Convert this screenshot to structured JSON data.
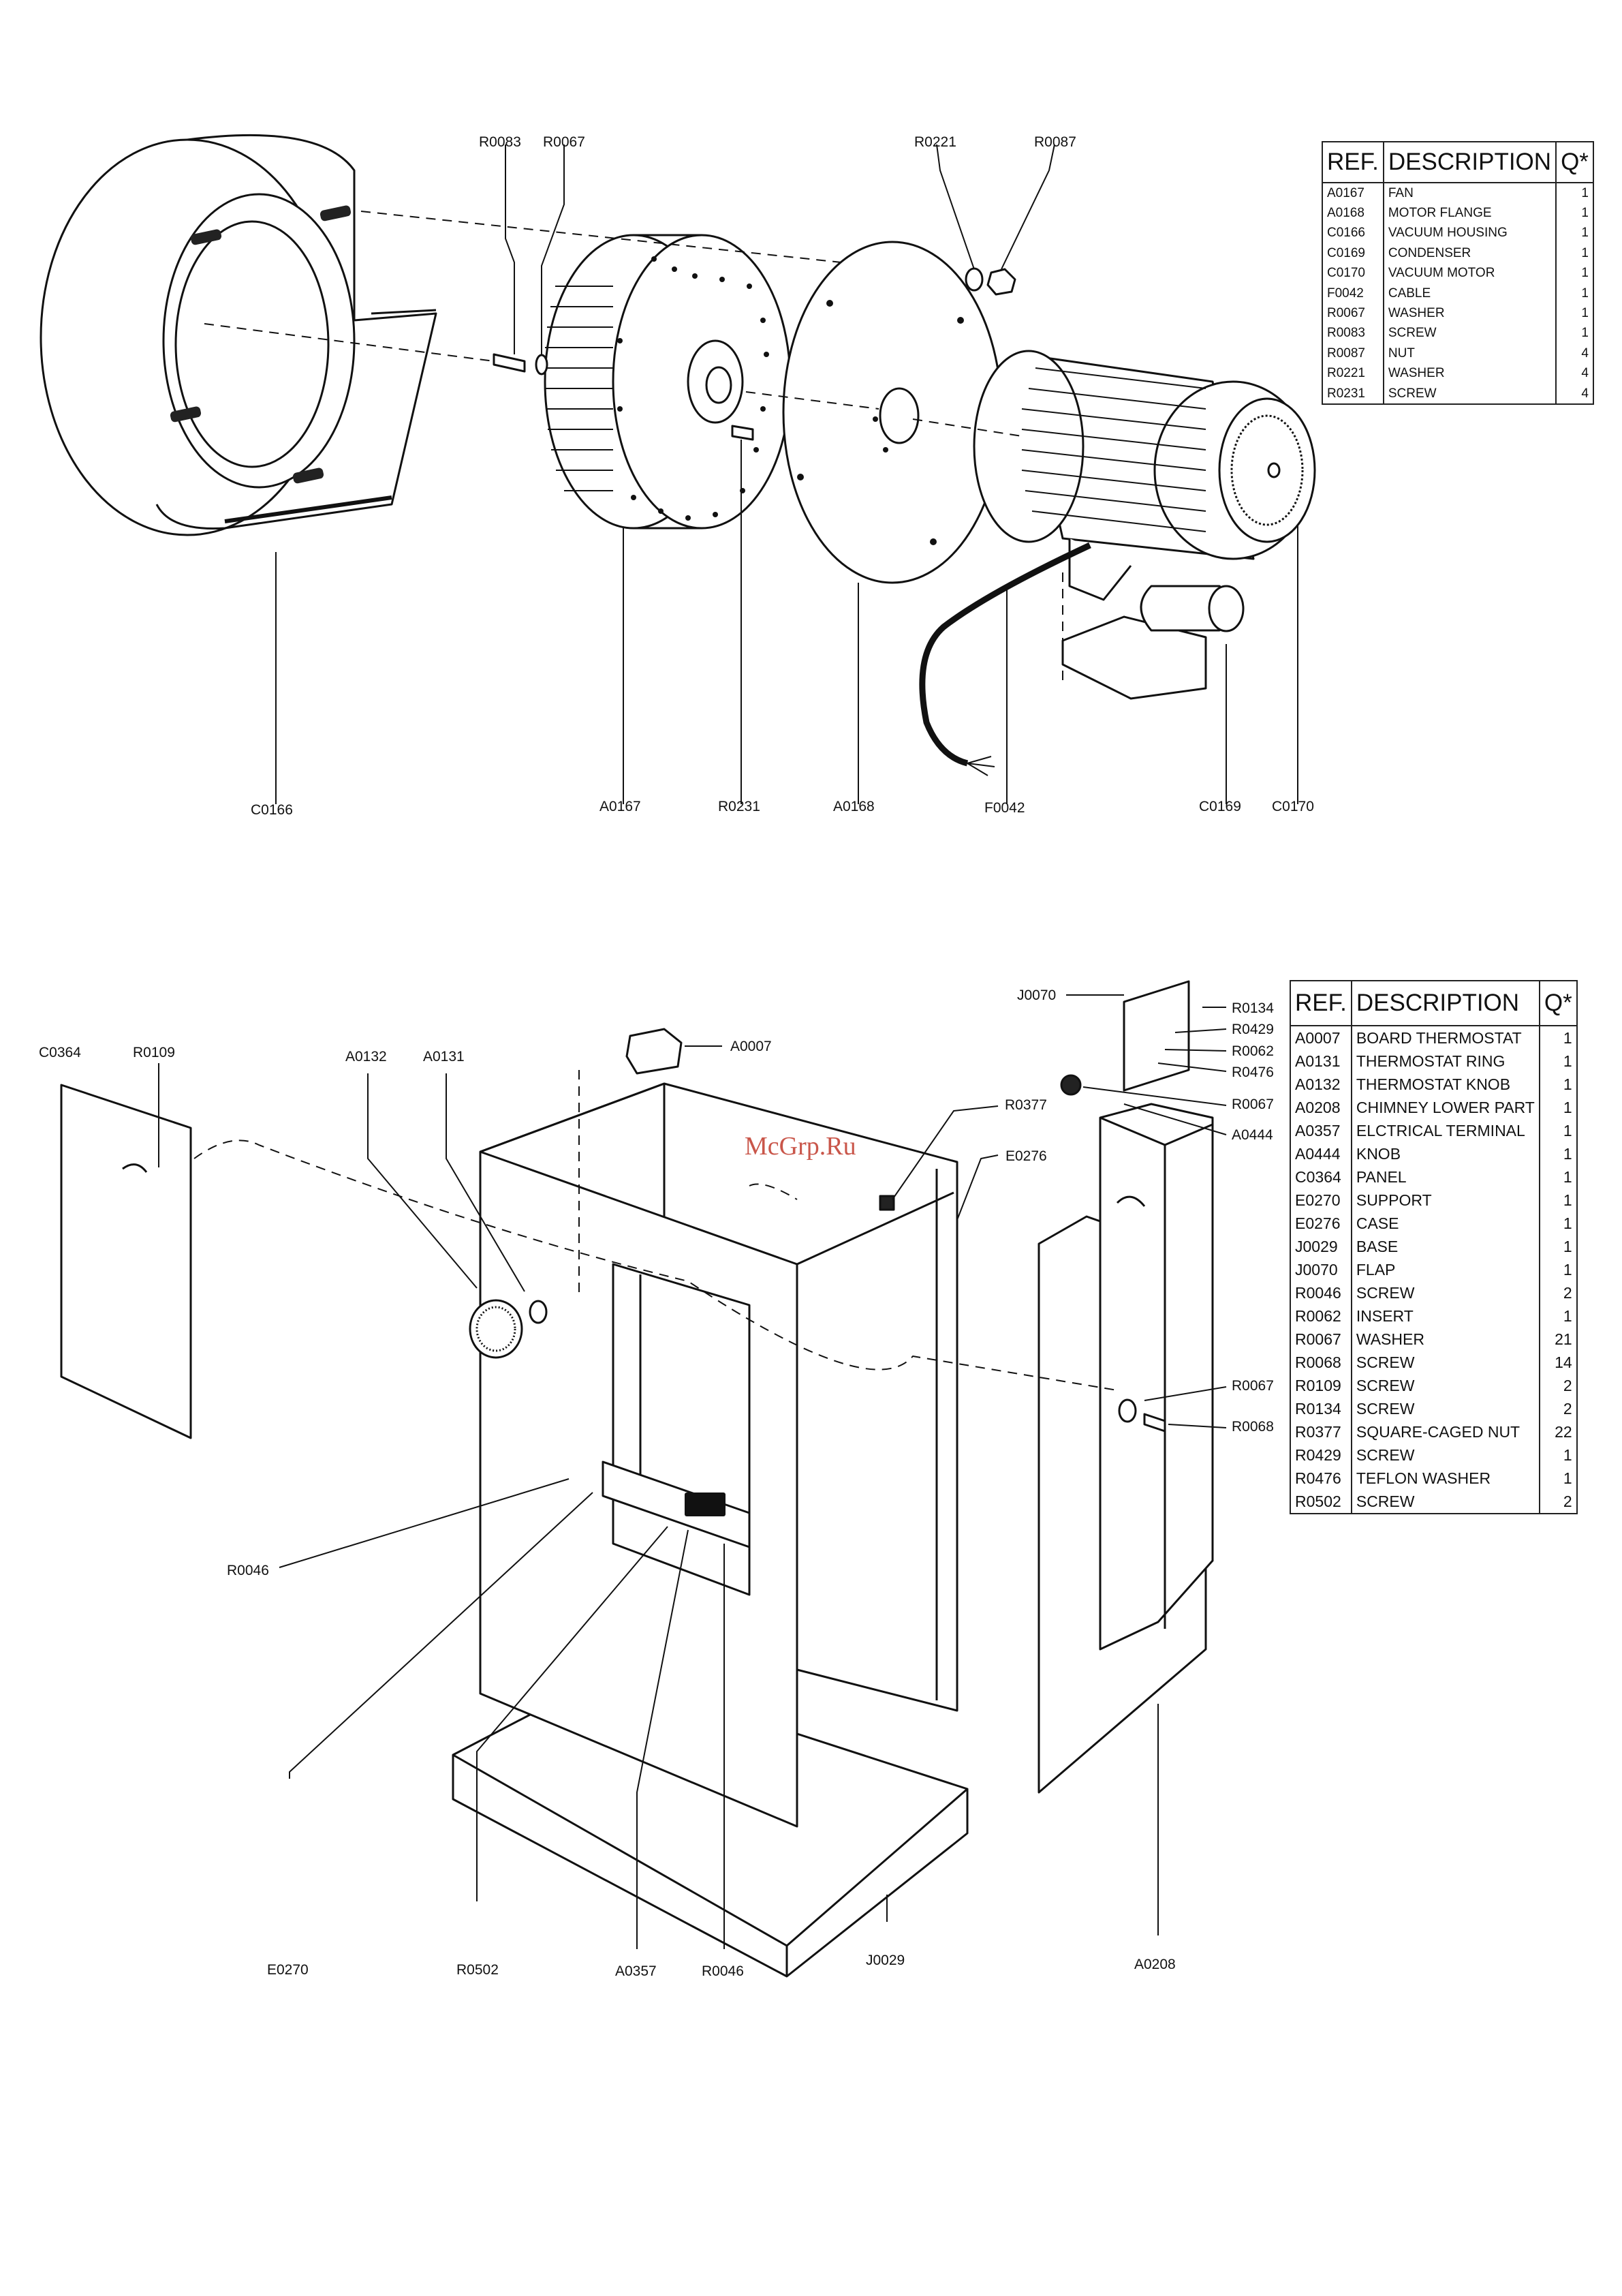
{
  "upper_table": {
    "header": {
      "ref": "REF.",
      "description": "DESCRIPTION",
      "qty": "Q*"
    },
    "rows": [
      {
        "ref": "A0167",
        "description": "FAN",
        "qty": "1"
      },
      {
        "ref": "A0168",
        "description": "MOTOR FLANGE",
        "qty": "1"
      },
      {
        "ref": "C0166",
        "description": "VACUUM HOUSING",
        "qty": "1"
      },
      {
        "ref": "C0169",
        "description": "CONDENSER",
        "qty": "1"
      },
      {
        "ref": "C0170",
        "description": "VACUUM MOTOR",
        "qty": "1"
      },
      {
        "ref": "F0042",
        "description": "CABLE",
        "qty": "1"
      },
      {
        "ref": "R0067",
        "description": "WASHER",
        "qty": "1"
      },
      {
        "ref": "R0083",
        "description": "SCREW",
        "qty": "1"
      },
      {
        "ref": "R0087",
        "description": "NUT",
        "qty": "4"
      },
      {
        "ref": "R0221",
        "description": "WASHER",
        "qty": "4"
      },
      {
        "ref": "R0231",
        "description": "SCREW",
        "qty": "4"
      }
    ]
  },
  "lower_table": {
    "header": {
      "ref": "REF.",
      "description": "DESCRIPTION",
      "qty": "Q*"
    },
    "rows": [
      {
        "ref": "A0007",
        "description": "BOARD THERMOSTAT",
        "qty": "1"
      },
      {
        "ref": "A0131",
        "description": "THERMOSTAT RING",
        "qty": "1"
      },
      {
        "ref": "A0132",
        "description": "THERMOSTAT KNOB",
        "qty": "1"
      },
      {
        "ref": "A0208",
        "description": "CHIMNEY LOWER PART",
        "qty": "1"
      },
      {
        "ref": "A0357",
        "description": "ELCTRICAL TERMINAL",
        "qty": "1"
      },
      {
        "ref": "A0444",
        "description": "KNOB",
        "qty": "1"
      },
      {
        "ref": "C0364",
        "description": "PANEL",
        "qty": "1"
      },
      {
        "ref": "E0270",
        "description": "SUPPORT",
        "qty": "1"
      },
      {
        "ref": "E0276",
        "description": "CASE",
        "qty": "1"
      },
      {
        "ref": "J0029",
        "description": "BASE",
        "qty": "1"
      },
      {
        "ref": "J0070",
        "description": "FLAP",
        "qty": "1"
      },
      {
        "ref": "R0046",
        "description": "SCREW",
        "qty": "2"
      },
      {
        "ref": "R0062",
        "description": "INSERT",
        "qty": "1"
      },
      {
        "ref": "R0067",
        "description": "WASHER",
        "qty": "21"
      },
      {
        "ref": "R0068",
        "description": "SCREW",
        "qty": "14"
      },
      {
        "ref": "R0109",
        "description": "SCREW",
        "qty": "2"
      },
      {
        "ref": "R0134",
        "description": "SCREW",
        "qty": "2"
      },
      {
        "ref": "R0377",
        "description": "SQUARE-CAGED NUT",
        "qty": "22"
      },
      {
        "ref": "R0429",
        "description": "SCREW",
        "qty": "1"
      },
      {
        "ref": "R0476",
        "description": "TEFLON WASHER",
        "qty": "1"
      },
      {
        "ref": "R0502",
        "description": "SCREW",
        "qty": "2"
      }
    ]
  },
  "callouts_top": {
    "r0083": "R0083",
    "r0067": "R0067",
    "r0221": "R0221",
    "r0087": "R0087",
    "c0166": "C0166",
    "a0167": "A0167",
    "r0231": "R0231",
    "a0168": "A0168",
    "f0042": "F0042",
    "c0169": "C0169",
    "c0170": "C0170"
  },
  "callouts_bottom": {
    "c0364": "C0364",
    "r0109": "R0109",
    "a0132": "A0132",
    "a0131": "A0131",
    "a0007": "A0007",
    "j0070": "J0070",
    "r0134": "R0134",
    "r0429": "R0429",
    "r0062": "R0062",
    "r0476": "R0476",
    "r0067a": "R0067",
    "a0444": "A0444",
    "r0377": "R0377",
    "e0276": "E0276",
    "r0067b": "R0067",
    "r0068": "R0068",
    "r0046a": "R0046",
    "e0270": "E0270",
    "r0502": "R0502",
    "a0357": "A0357",
    "r0046b": "R0046",
    "j0029": "J0029",
    "a0208": "A0208"
  },
  "watermark": "McGrp.Ru",
  "colors": {
    "ink": "#111111",
    "watermark": "#c0392b"
  }
}
